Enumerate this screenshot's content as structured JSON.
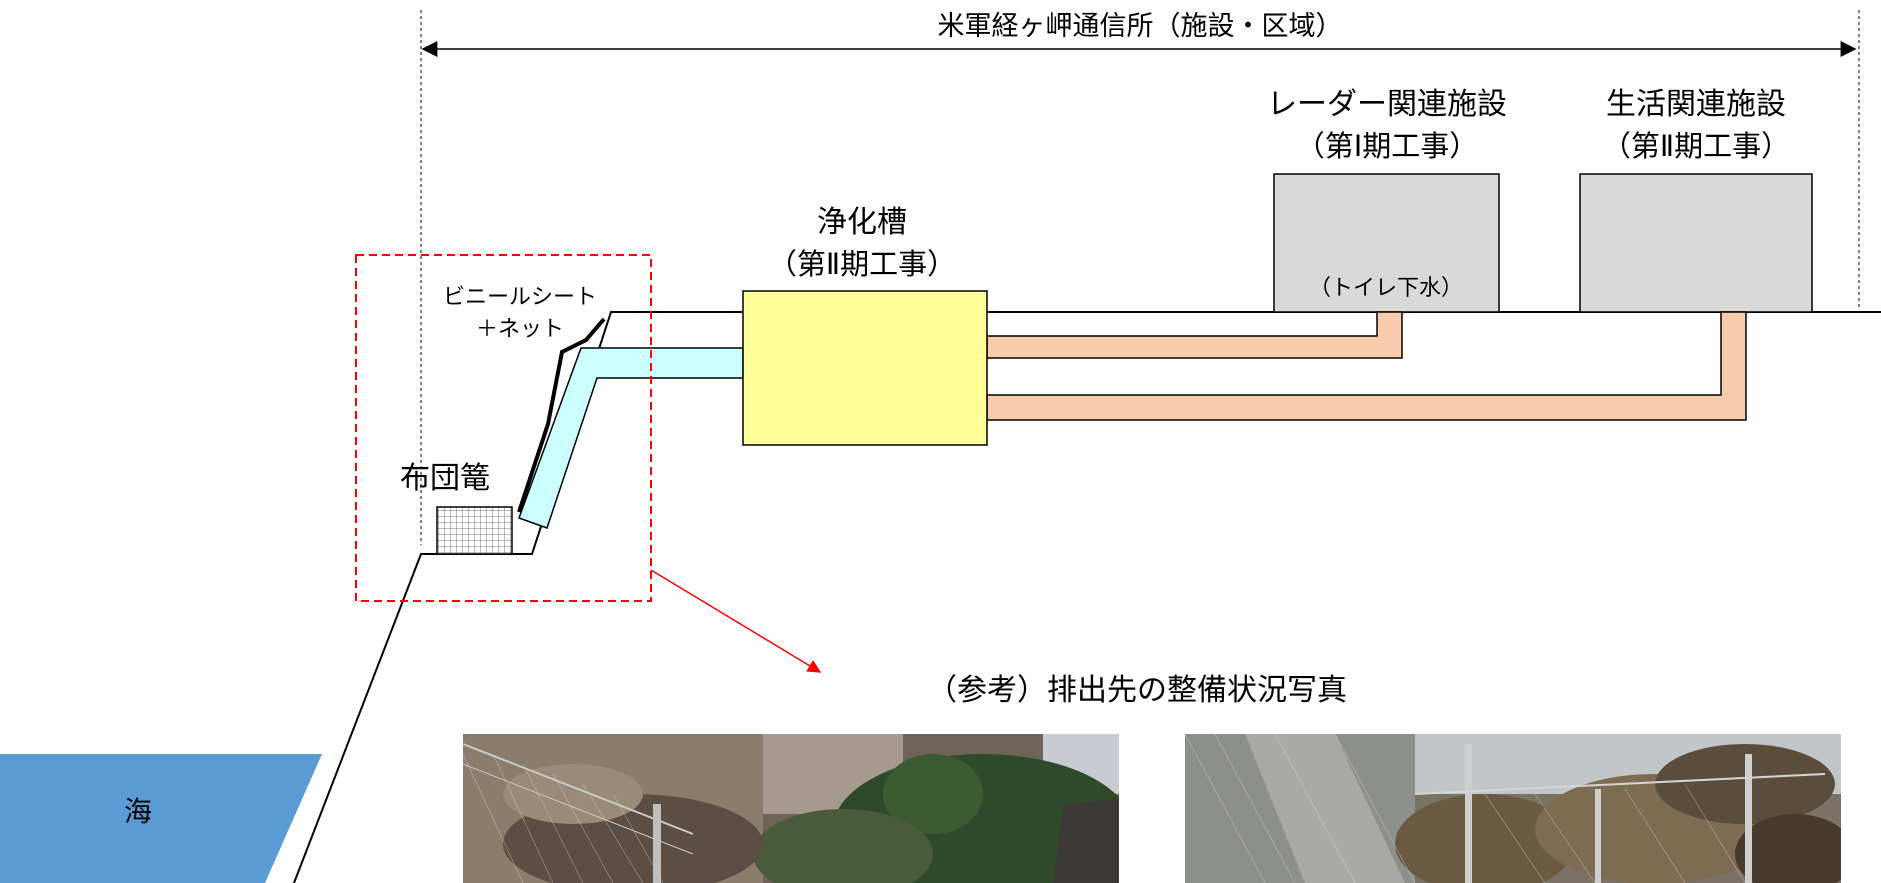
{
  "facility_span": {
    "label": "米軍経ヶ岬通信所（施設・区域）"
  },
  "radar_facility": {
    "name": "レーダー関連施設",
    "phase": "（第Ⅰ期工事）",
    "note": "（トイレ下水）"
  },
  "living_facility": {
    "name": "生活関連施設",
    "phase": "（第Ⅱ期工事）"
  },
  "septic_tank": {
    "name": "浄化槽",
    "phase": "（第Ⅱ期工事）"
  },
  "vinyl_sheet": {
    "line1": "ビニールシート",
    "line2": "＋ネット"
  },
  "gabion": {
    "label": "布団篭"
  },
  "sea": {
    "label": "海"
  },
  "reference": {
    "title": "（参考）排出先の整備状況写真"
  },
  "colors": {
    "sea": "#5b9bd5",
    "septic_tank": "#ffff99",
    "sewage_pipe": "#f8cbad",
    "discharge_pipe": "#ccffff",
    "building": "#d9d9d9",
    "highlight_box": "#ff0000"
  }
}
